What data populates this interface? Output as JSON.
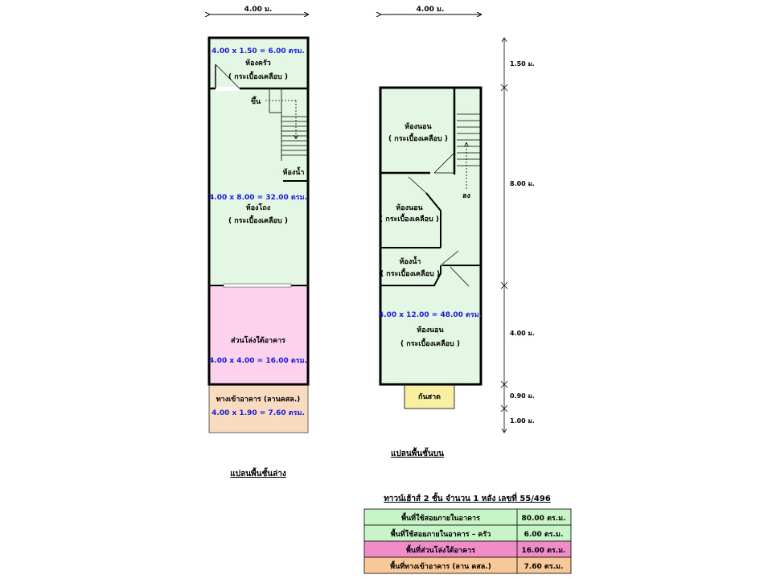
{
  "dimensions": {
    "ground_width": "4.00 ม.",
    "upper_width": "4.00 ม.",
    "right": [
      "1.50 ม.",
      "8.00 ม.",
      "4.00 ม.",
      "0.90 ม.",
      "1.00 ม."
    ]
  },
  "ground_floor": {
    "title": "แปลนพื้นชั้นล่าง",
    "kitchen_area": "4.00 x 1.50 = 6.00 ตรม.",
    "kitchen_label": "ห้องครัว",
    "kitchen_floor": "( กระเบื้องเคลือบ )",
    "stairs_up": "ขึ้น",
    "bathroom": "ห้องน้ำ",
    "hall_area": "4.00 x 8.00 = 32.00 ตรม.",
    "hall_label": "ห้องโถง",
    "hall_floor": "( กระเบื้องเคลือบ )",
    "open_label": "ส่วนโล่งใต้อาคาร",
    "open_area": "4.00 x 4.00 = 16.00 ตรม.",
    "entrance_label": "ทางเข้าอาคาร (ลานคสล.)",
    "entrance_area": "4.00 x 1.90 = 7.60 ตรม."
  },
  "upper_floor": {
    "title": "แปลนพื้นชั้นบน",
    "bedroom1": "ห้องนอน",
    "bedroom1_floor": "( กระเบื้องเคลือบ )",
    "stairs_down": "ลง",
    "bedroom2": "ห้องนอน",
    "bedroom2_floor": "( กระเบื้องเคลือบ )",
    "bathroom": "ห้องน้ำ",
    "bathroom_floor": "( กระเบื้องเคลือบ )",
    "area": "4.00 x 12.00 = 48.00 ตรม.",
    "bedroom3": "ห้องนอน",
    "bedroom3_floor": "( กระเบื้องเคลือบ )",
    "canopy": "กันสาด"
  },
  "summary": {
    "title": "ทาวน์เฮ้าส์ 2 ชั้น จำนวน 1 หลัง เลขที่ 55/496",
    "rows": [
      {
        "label": "พื้นที่ใช้สอยภายในอาคาร",
        "value": "80.00 ตร.ม.",
        "color": "#c8f5c8"
      },
      {
        "label": "พื้นที่ใช้สอยภายในอาคาร – ครัว",
        "value": "6.00 ตร.ม.",
        "color": "#c8f5c8"
      },
      {
        "label": "พื้นที่ส่วนโล่งใต้อาคาร",
        "value": "16.00 ตร.ม.",
        "color": "#f08cc8"
      },
      {
        "label": "พื้นที่ทางเข้าอาคาร (ลาน คสล.)",
        "value": "7.60 ตร.ม.",
        "color": "#f8c896"
      }
    ]
  },
  "colors": {
    "room": "#e4f7e4",
    "open": "#fcd2ec",
    "entrance": "#f9dcc0",
    "canopy": "#f8f0a0",
    "area_text": "#1a1adc"
  }
}
